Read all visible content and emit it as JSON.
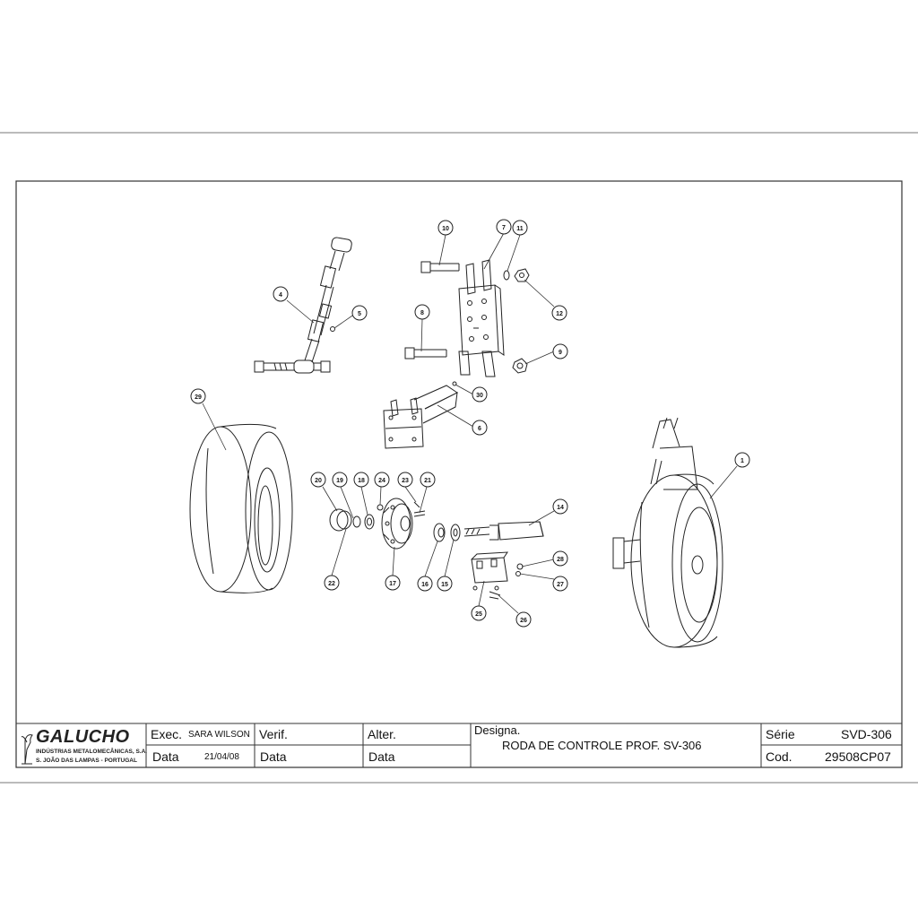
{
  "company": {
    "name": "GALUCHO",
    "line1": "INDÚSTRIAS METALOMECÂNICAS, S.A.",
    "line2": "S. JOÃO DAS LAMPAS - PORTUGAL"
  },
  "title_block": {
    "exec_label": "Exec.",
    "exec_value": "SARA WILSON",
    "data_label": "Data",
    "data_value": "21/04/08",
    "verif_label": "Verif.",
    "verif_data_label": "Data",
    "alter_label": "Alter.",
    "alter_data_label": "Data",
    "designa_label": "Designa.",
    "designa_value": "RODA DE CONTROLE PROF.  SV-306",
    "serie_label": "Série",
    "serie_value": "SVD-306",
    "cod_label": "Cod.",
    "cod_value": "29508CP07"
  },
  "balloons": [
    "1",
    "4",
    "5",
    "6",
    "7",
    "8",
    "9",
    "10",
    "11",
    "12",
    "14",
    "15",
    "16",
    "17",
    "18",
    "19",
    "20",
    "21",
    "22",
    "23",
    "24",
    "25",
    "26",
    "27",
    "28",
    "29",
    "30"
  ]
}
